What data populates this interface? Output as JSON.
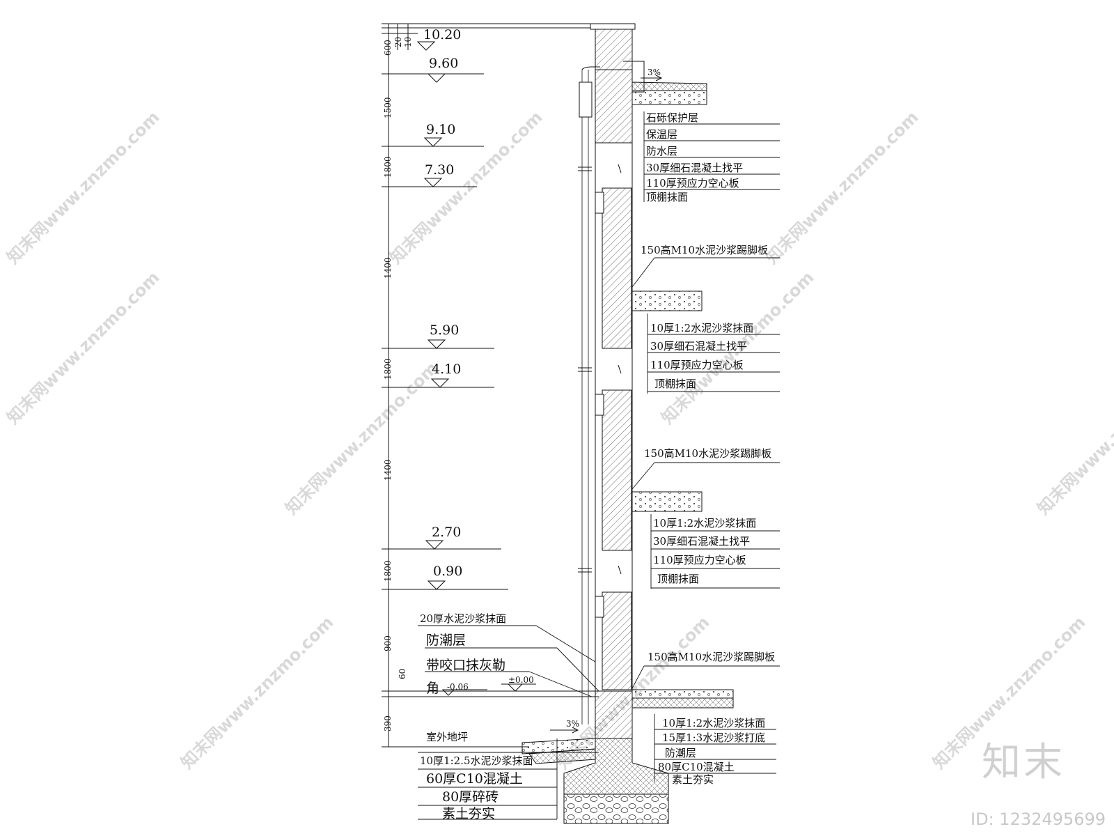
{
  "elevations": [
    {
      "id": "e1020",
      "text": "10.20"
    },
    {
      "id": "e960",
      "text": "9.60"
    },
    {
      "id": "e910",
      "text": "9.10"
    },
    {
      "id": "e730",
      "text": "7.30"
    },
    {
      "id": "e590",
      "text": "5.90"
    },
    {
      "id": "e410",
      "text": "4.10"
    },
    {
      "id": "e270",
      "text": "2.70"
    },
    {
      "id": "e090",
      "text": "0.90"
    },
    {
      "id": "em006",
      "text": "-0.06"
    },
    {
      "id": "e000",
      "text": "±0.00"
    }
  ],
  "dimensions": [
    "600",
    "20",
    "10",
    "1500",
    "1800",
    "1400",
    "1800",
    "1400",
    "1800",
    "900",
    "60",
    "390"
  ],
  "roof": {
    "slope": "3%",
    "layers": [
      "石砾保护层",
      "保温层",
      "防水层",
      "30厚细石混凝土找平",
      "110厚预应力空心板",
      "顶棚抹面"
    ]
  },
  "floors": [
    {
      "skirting": "150高M10水泥沙浆踢脚板",
      "layers": [
        "10厚1:2水泥沙浆抹面",
        "30厚细石混凝土找平",
        "110厚预应力空心板",
        "顶棚抹面"
      ]
    },
    {
      "skirting": "150高M10水泥沙浆踢脚板",
      "layers": [
        "10厚1:2水泥沙浆抹面",
        "30厚细石混凝土找平",
        "110厚预应力空心板",
        "顶棚抹面"
      ]
    }
  ],
  "ground": {
    "skirting": "150高M10水泥沙浆踢脚板",
    "layers": [
      "10厚1:2水泥沙浆抹面",
      "15厚1:3水泥沙浆打底",
      "防潮层",
      "80厚C10混凝土",
      "素土夯实"
    ]
  },
  "left_notes": [
    "20厚水泥沙浆抹面",
    "防潮层",
    "带咬口抹灰勒",
    "角"
  ],
  "exterior": {
    "label": "室外地坪",
    "slope": "3%",
    "layers": [
      "10厚1:2.5水泥沙浆抹面",
      "60厚C10混凝土",
      "80厚碎砖",
      "素土夯实"
    ]
  },
  "watermark": {
    "text": "知末网www.znzmo.com",
    "brand": "知末",
    "id": "ID: 1232495699"
  }
}
